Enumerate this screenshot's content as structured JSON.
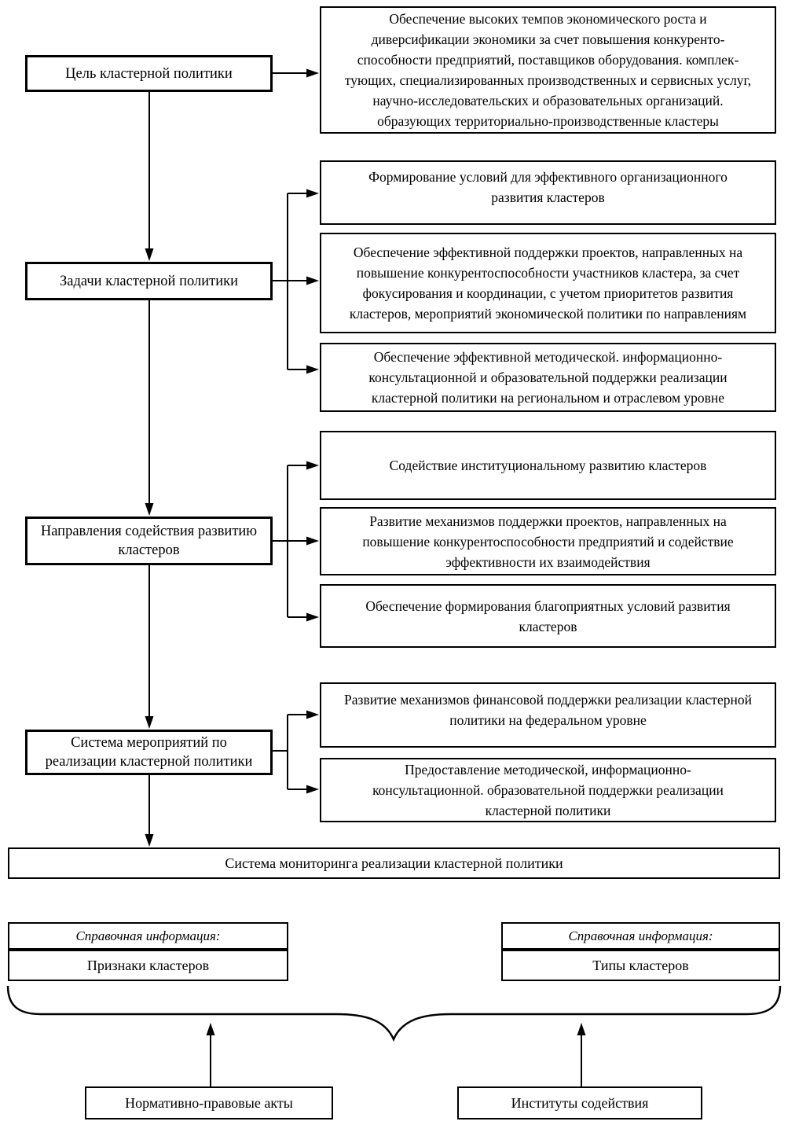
{
  "palette": {
    "line": "#000000",
    "background": "#ffffff",
    "text": "#000000"
  },
  "flow": {
    "goal": {
      "label": "Цель кластерной политики",
      "detail": "Обеспечение высоких темпов экономического роста и\nдиверсификации экономики за счет повышения конкуренто-\nспособности предприятий, поставщиков оборудования. комплек-\nтующих, специализированных производственных и сервисных услуг,\nнаучно-исследовательских и образовательных организаций.\nобразующих территориально-производственные кластеры"
    },
    "tasks": {
      "label": "Задачи кластерной политики",
      "items": [
        "Формирование условий для эффективного организационного\nразвития кластеров",
        "Обеспечение эффективной поддержки проектов, направленных на\nповышение конкурентоспособности участников кластера, за счет\nфокусирования и координации, с учетом приоритетов развития\nкластеров, мероприятий экономической политики по направлениям",
        "Обеспечение эффективной методической. информационно-\nконсультационной и образовательной поддержки реализации\nкластерной политики на региональном и отраслевом уровне"
      ]
    },
    "directions": {
      "label": "Направления содействия развитию\nкластеров",
      "items": [
        "Содействие институциональному развитию кластеров",
        "Развитие механизмов поддержки проектов, направленных на\nповышение конкурентоспособности предприятий и содействие\nэффективности их взаимодействия",
        "Обеспечение формирования благоприятных условий развития\nкластеров"
      ]
    },
    "measures": {
      "label": "Система мероприятий по\nреализации кластерной политики",
      "items": [
        "Развитие механизмов финансовой поддержки реализации кластерной\nполитики на федеральном уровне",
        "Предоставление методической, информационно-\nконсультационной. образовательной поддержки реализации\nкластерной политики"
      ]
    },
    "monitoring": "Система мониторинга реализации кластерной политики"
  },
  "reference": {
    "left": {
      "header": "Справочная информация:",
      "content": "Признаки кластеров"
    },
    "right": {
      "header": "Справочная информация:",
      "content": "Типы кластеров"
    }
  },
  "sources": {
    "left": "Нормативно-правовые акты",
    "right": "Институты содействия"
  }
}
